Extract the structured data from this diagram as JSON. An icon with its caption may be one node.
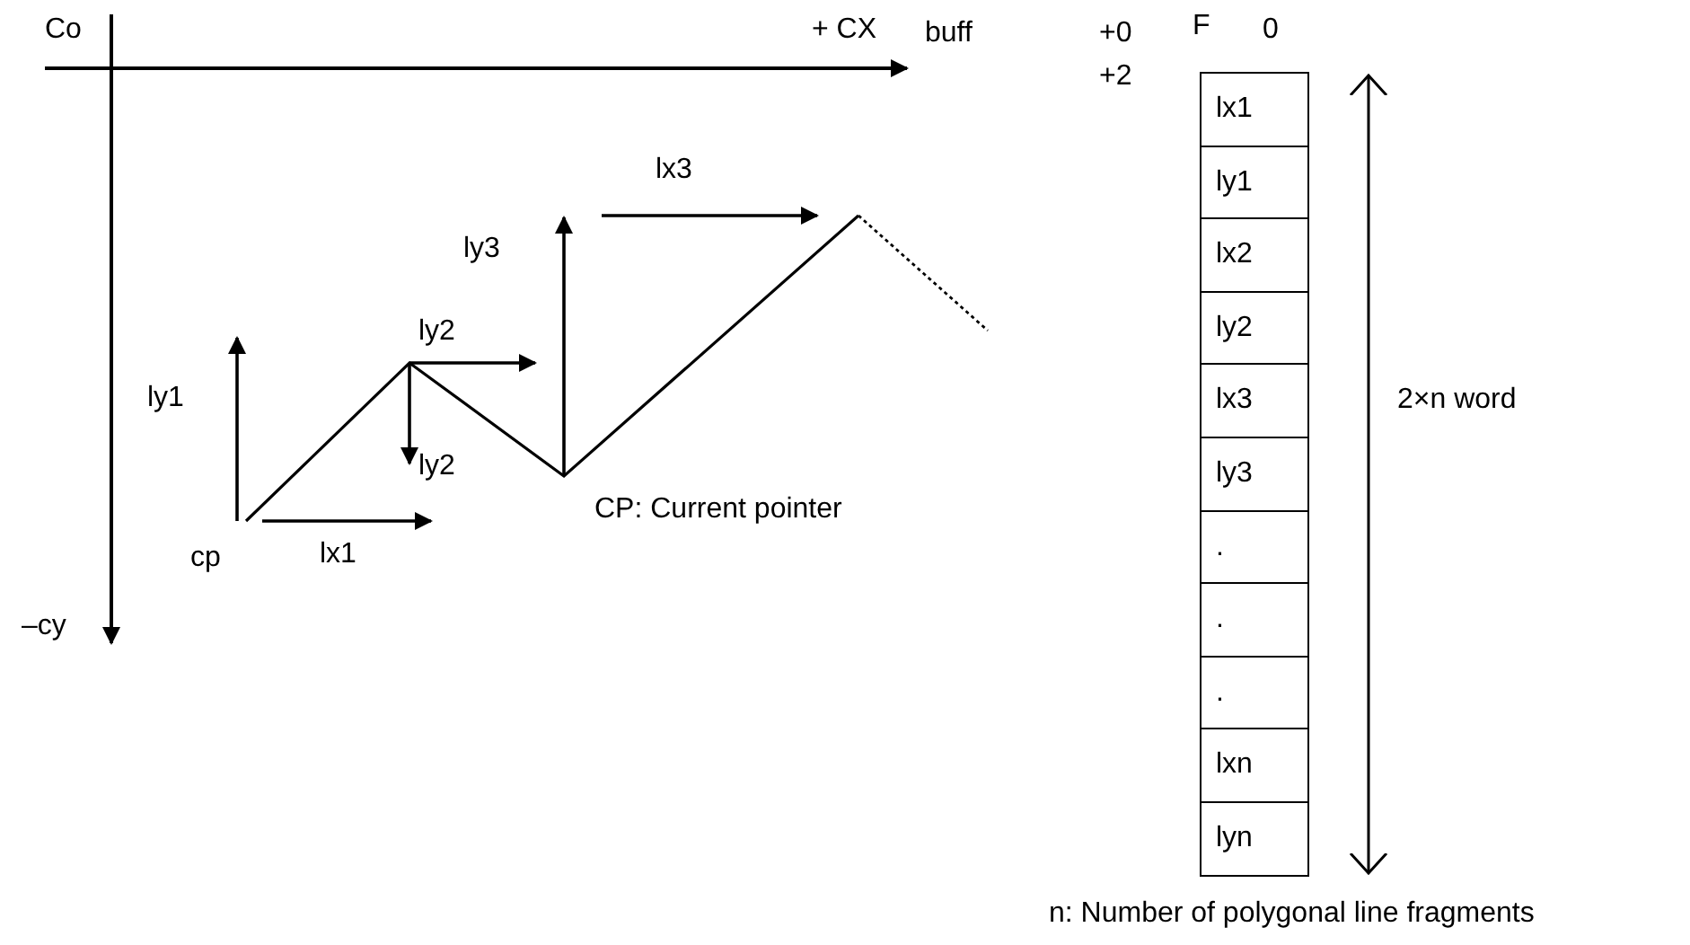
{
  "diagram": {
    "nodes": [
      {
        "text": [
          "lx1"
        ]
      },
      {
        "text": [
          "ly1"
        ]
      },
      {
        "text": [
          "lx2"
        ]
      },
      {
        "text": [
          "ly2"
        ]
      },
      {
        "text": [
          "lx3"
        ]
      },
      {
        "text": [
          "ly3"
        ]
      },
      {
        "text": [
          "."
        ]
      },
      {
        "text": [
          "."
        ]
      },
      {
        "text": [
          "."
        ]
      },
      {
        "text": [
          "lxn"
        ]
      },
      {
        "text": [
          "lyn"
        ]
      }
    ],
    "labels": [
      "Co",
      "+ CX",
      "buff",
      "+0",
      "F",
      "0",
      "+2",
      "lx3",
      "ly3",
      "ly2",
      "ly1",
      "ly2",
      "2×n word",
      "cp",
      "lx1",
      "CP: Current pointer",
      "–cy",
      "n: Number of polygonal line fragments"
    ]
  }
}
